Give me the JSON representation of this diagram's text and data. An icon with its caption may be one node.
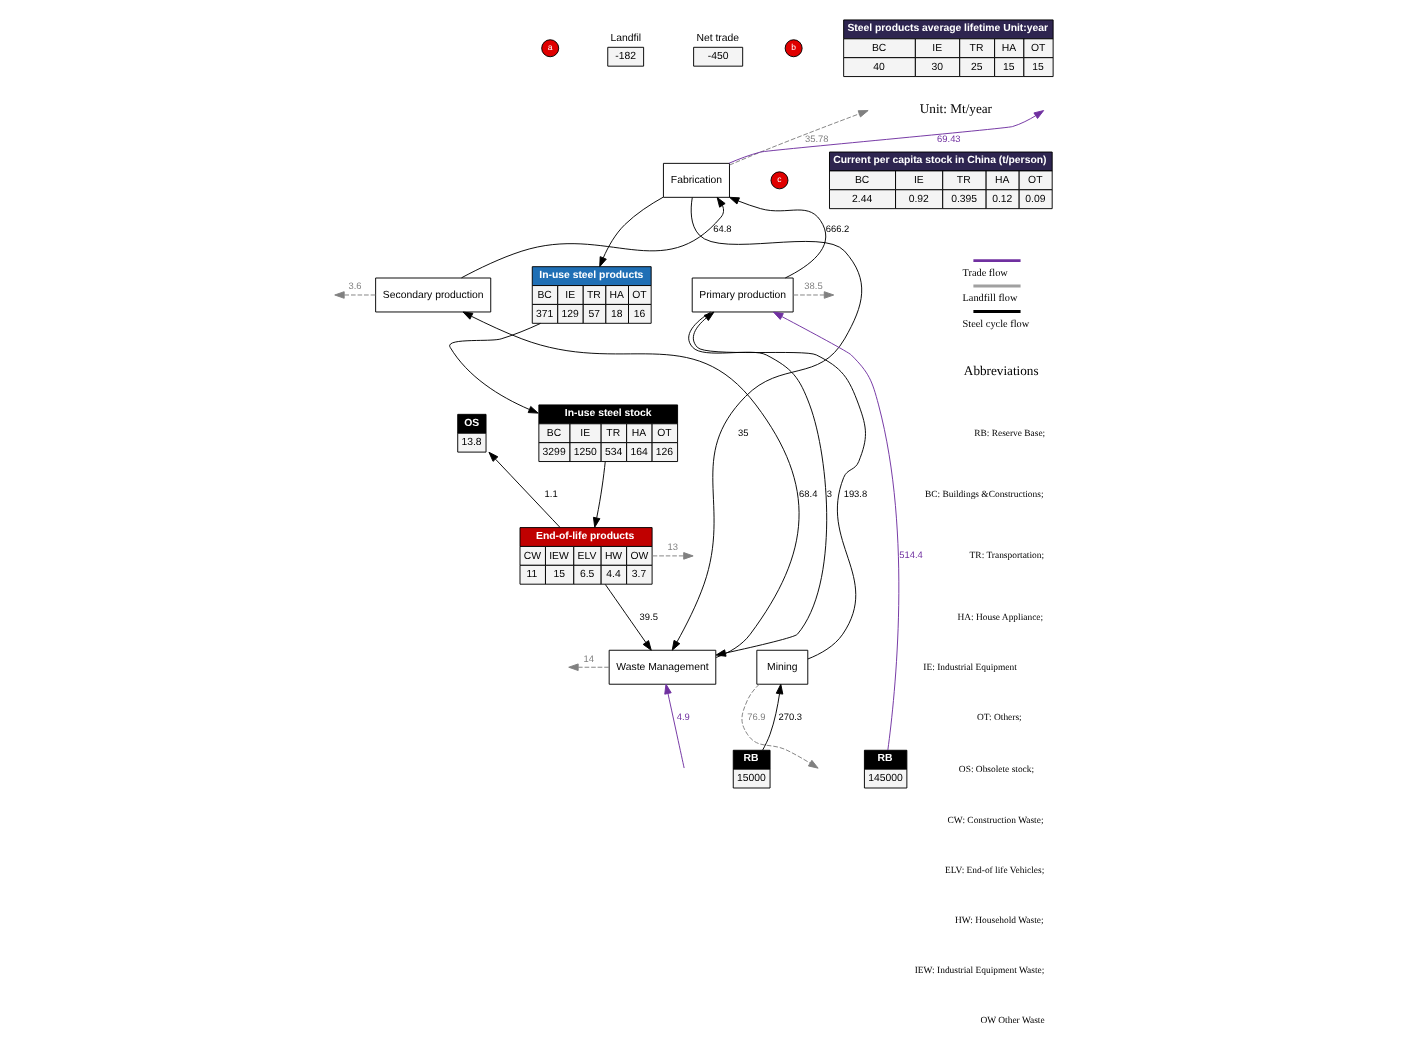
{
  "diagram": {
    "nodes": [
      {
        "text": [
          "Fabrication"
        ]
      },
      {
        "text": [
          "In-use steel products",
          "BC",
          "IE",
          "TR",
          "HA",
          "OT",
          "371",
          "129",
          "57",
          "18",
          "16"
        ]
      },
      {
        "text": [
          "In-use steel stock",
          "BC",
          "IE",
          "TR",
          "HA",
          "OT",
          "3299",
          "1250",
          "534",
          "164",
          "126"
        ]
      },
      {
        "text": [
          "OS",
          "13.8"
        ]
      },
      {
        "text": [
          "End-of-life products",
          "CW",
          "IEW",
          "ELV",
          "HW",
          "OW",
          "11",
          "15",
          "6.5",
          "4.4",
          "3.7"
        ]
      },
      {
        "text": [
          "Secondary production"
        ]
      },
      {
        "text": [
          "Primary production"
        ]
      },
      {
        "text": [
          "Waste Management"
        ]
      },
      {
        "text": [
          "Mining"
        ]
      },
      {
        "text": [
          "RB",
          "15000"
        ]
      },
      {
        "text": [
          "RB",
          "145000"
        ]
      },
      {
        "text": [
          "Net trade",
          "-450"
        ]
      },
      {
        "text": [
          "Landfil",
          "-182"
        ]
      },
      {
        "text": [
          "Steel products average lifetime Unit:year",
          "BC",
          "IE",
          "TR",
          "HA",
          "OT",
          "40",
          "30",
          "25",
          "15",
          "15"
        ]
      },
      {
        "text": [
          "Current per capita stock in China (t/person)",
          "BC",
          "IE",
          "TR",
          "HA",
          "OT",
          "2.44",
          "0.92",
          "0.395",
          "0.12",
          "0.09"
        ]
      }
    ],
    "edges": [
      {
        "from": 0,
        "to": 1,
        "arrow": "to"
      },
      {
        "from": 1,
        "to": 2,
        "arrow": "to"
      },
      {
        "from": 2,
        "to": 4,
        "arrow": "to"
      },
      {
        "from": 4,
        "to": 3,
        "label": "1.1",
        "arrow": "to"
      },
      {
        "from": 5,
        "to": 0,
        "label": "64.8",
        "arrow": "to"
      },
      {
        "from": 6,
        "to": 0,
        "label": "666.2",
        "arrow": "to"
      },
      {
        "from": 0,
        "to": 7,
        "label": "35",
        "arrow": "to"
      },
      {
        "from": 4,
        "to": 7,
        "label": "39.5",
        "arrow": "to"
      },
      {
        "from": 6,
        "to": 7,
        "label": "3",
        "arrow": "to"
      },
      {
        "from": 7,
        "to": 5,
        "label": "68.4",
        "arrow": "to"
      },
      {
        "from": 8,
        "to": 6,
        "label": "193.8",
        "arrow": "to"
      },
      {
        "from": 9,
        "to": 8,
        "label": "270.3",
        "arrow": "to"
      },
      {
        "from": 10,
        "to": 6,
        "label": "514.4",
        "arrow": "to",
        "color": "#7030a0"
      },
      {
        "from": 0,
        "to": null,
        "label": "69.43",
        "arrow": "to",
        "color": "#7030a0"
      },
      {
        "from": 0,
        "to": null,
        "label": "35.78",
        "arrow": "to",
        "style": "dashed",
        "color": "#808080"
      },
      {
        "from": 5,
        "to": null,
        "label": "3.6",
        "arrow": "to",
        "style": "dashed",
        "color": "#808080"
      },
      {
        "from": 6,
        "to": null,
        "label": "38.5",
        "arrow": "to",
        "style": "dashed",
        "color": "#808080"
      },
      {
        "from": null,
        "to": 7,
        "label": "4.9",
        "arrow": "to",
        "color": "#7030a0"
      },
      {
        "from": 7,
        "to": null,
        "label": "14",
        "arrow": "to",
        "style": "dashed",
        "color": "#808080"
      },
      {
        "from": 8,
        "to": null,
        "label": "76.9",
        "arrow": "to",
        "style": "dashed",
        "color": "#808080"
      },
      {
        "from": 4,
        "to": null,
        "label": "13",
        "arrow": "to",
        "style": "dashed",
        "color": "#808080"
      }
    ],
    "labels": [
      "a",
      "Unit: Mt/year",
      "b",
      "c",
      "Abbreviations",
      "RB: Reserve Base;",
      "BC: Buildings &Constructions;",
      "TR: Transportation;",
      "HA: House Appliance;",
      "IE: Industrial Equipment",
      "OT: Others;",
      "OS: Obsolete stock;",
      "CW: Construction Waste;",
      "ELV: End-of life Vehicles;",
      "HW: Household Waste;",
      "IEW: Industrial Equipment Waste;",
      "OW Other Waste"
    ],
    "legend": [
      {
        "text": "Trade flow"
      },
      {
        "text": "Landfill flow"
      },
      {
        "text": "Steel cycle flow"
      }
    ]
  }
}
